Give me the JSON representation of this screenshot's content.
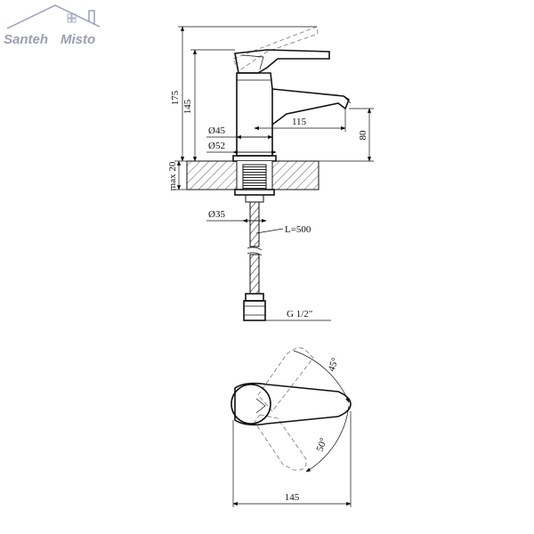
{
  "logo": {
    "text_left": "Santeh",
    "text_right": "Misto",
    "color": "#9aa0b4"
  },
  "dimensions": {
    "overall_height": "175",
    "spout_height_total": "145",
    "max_deck": "max 20",
    "outlet_diameter": "Ø45",
    "base_diameter": "Ø52",
    "spout_reach": "115",
    "spout_height": "80",
    "shank_diameter": "Ø35",
    "hose_length": "L=500",
    "connection": "G 1/2\"",
    "handle_width": "145",
    "angle_up": "45°",
    "angle_down": "50°"
  }
}
